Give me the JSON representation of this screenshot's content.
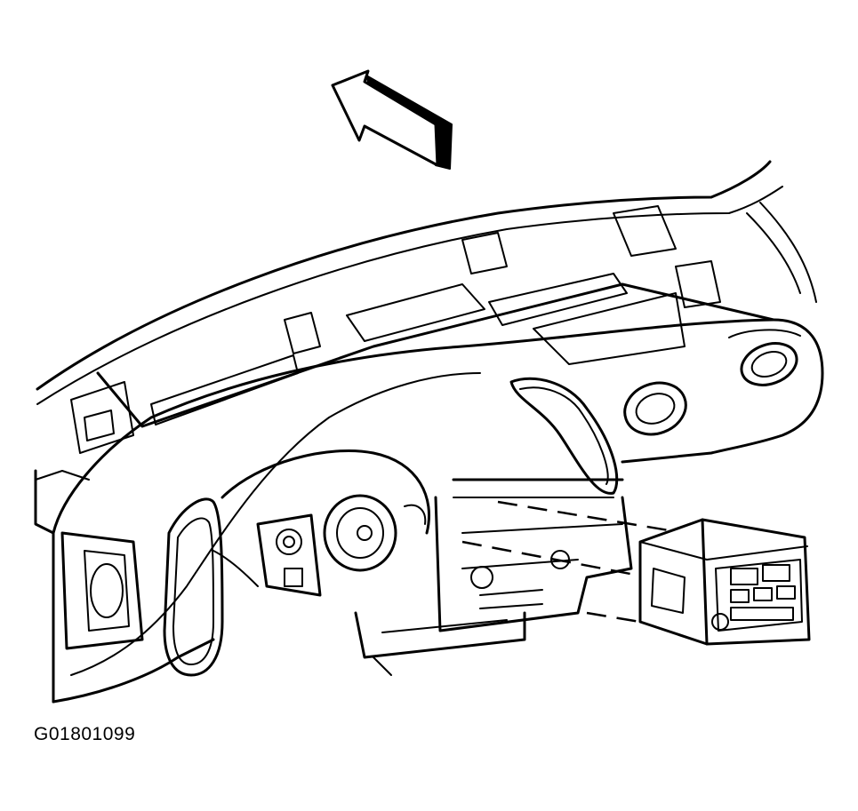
{
  "figure": {
    "id_label": "G01801099"
  },
  "components": {
    "direction_arrow": "arrow-icon",
    "instrument_panel": "instrument-panel-carrier",
    "radio": "radio-receiver",
    "heater_controls": "hvac-control-assembly"
  }
}
